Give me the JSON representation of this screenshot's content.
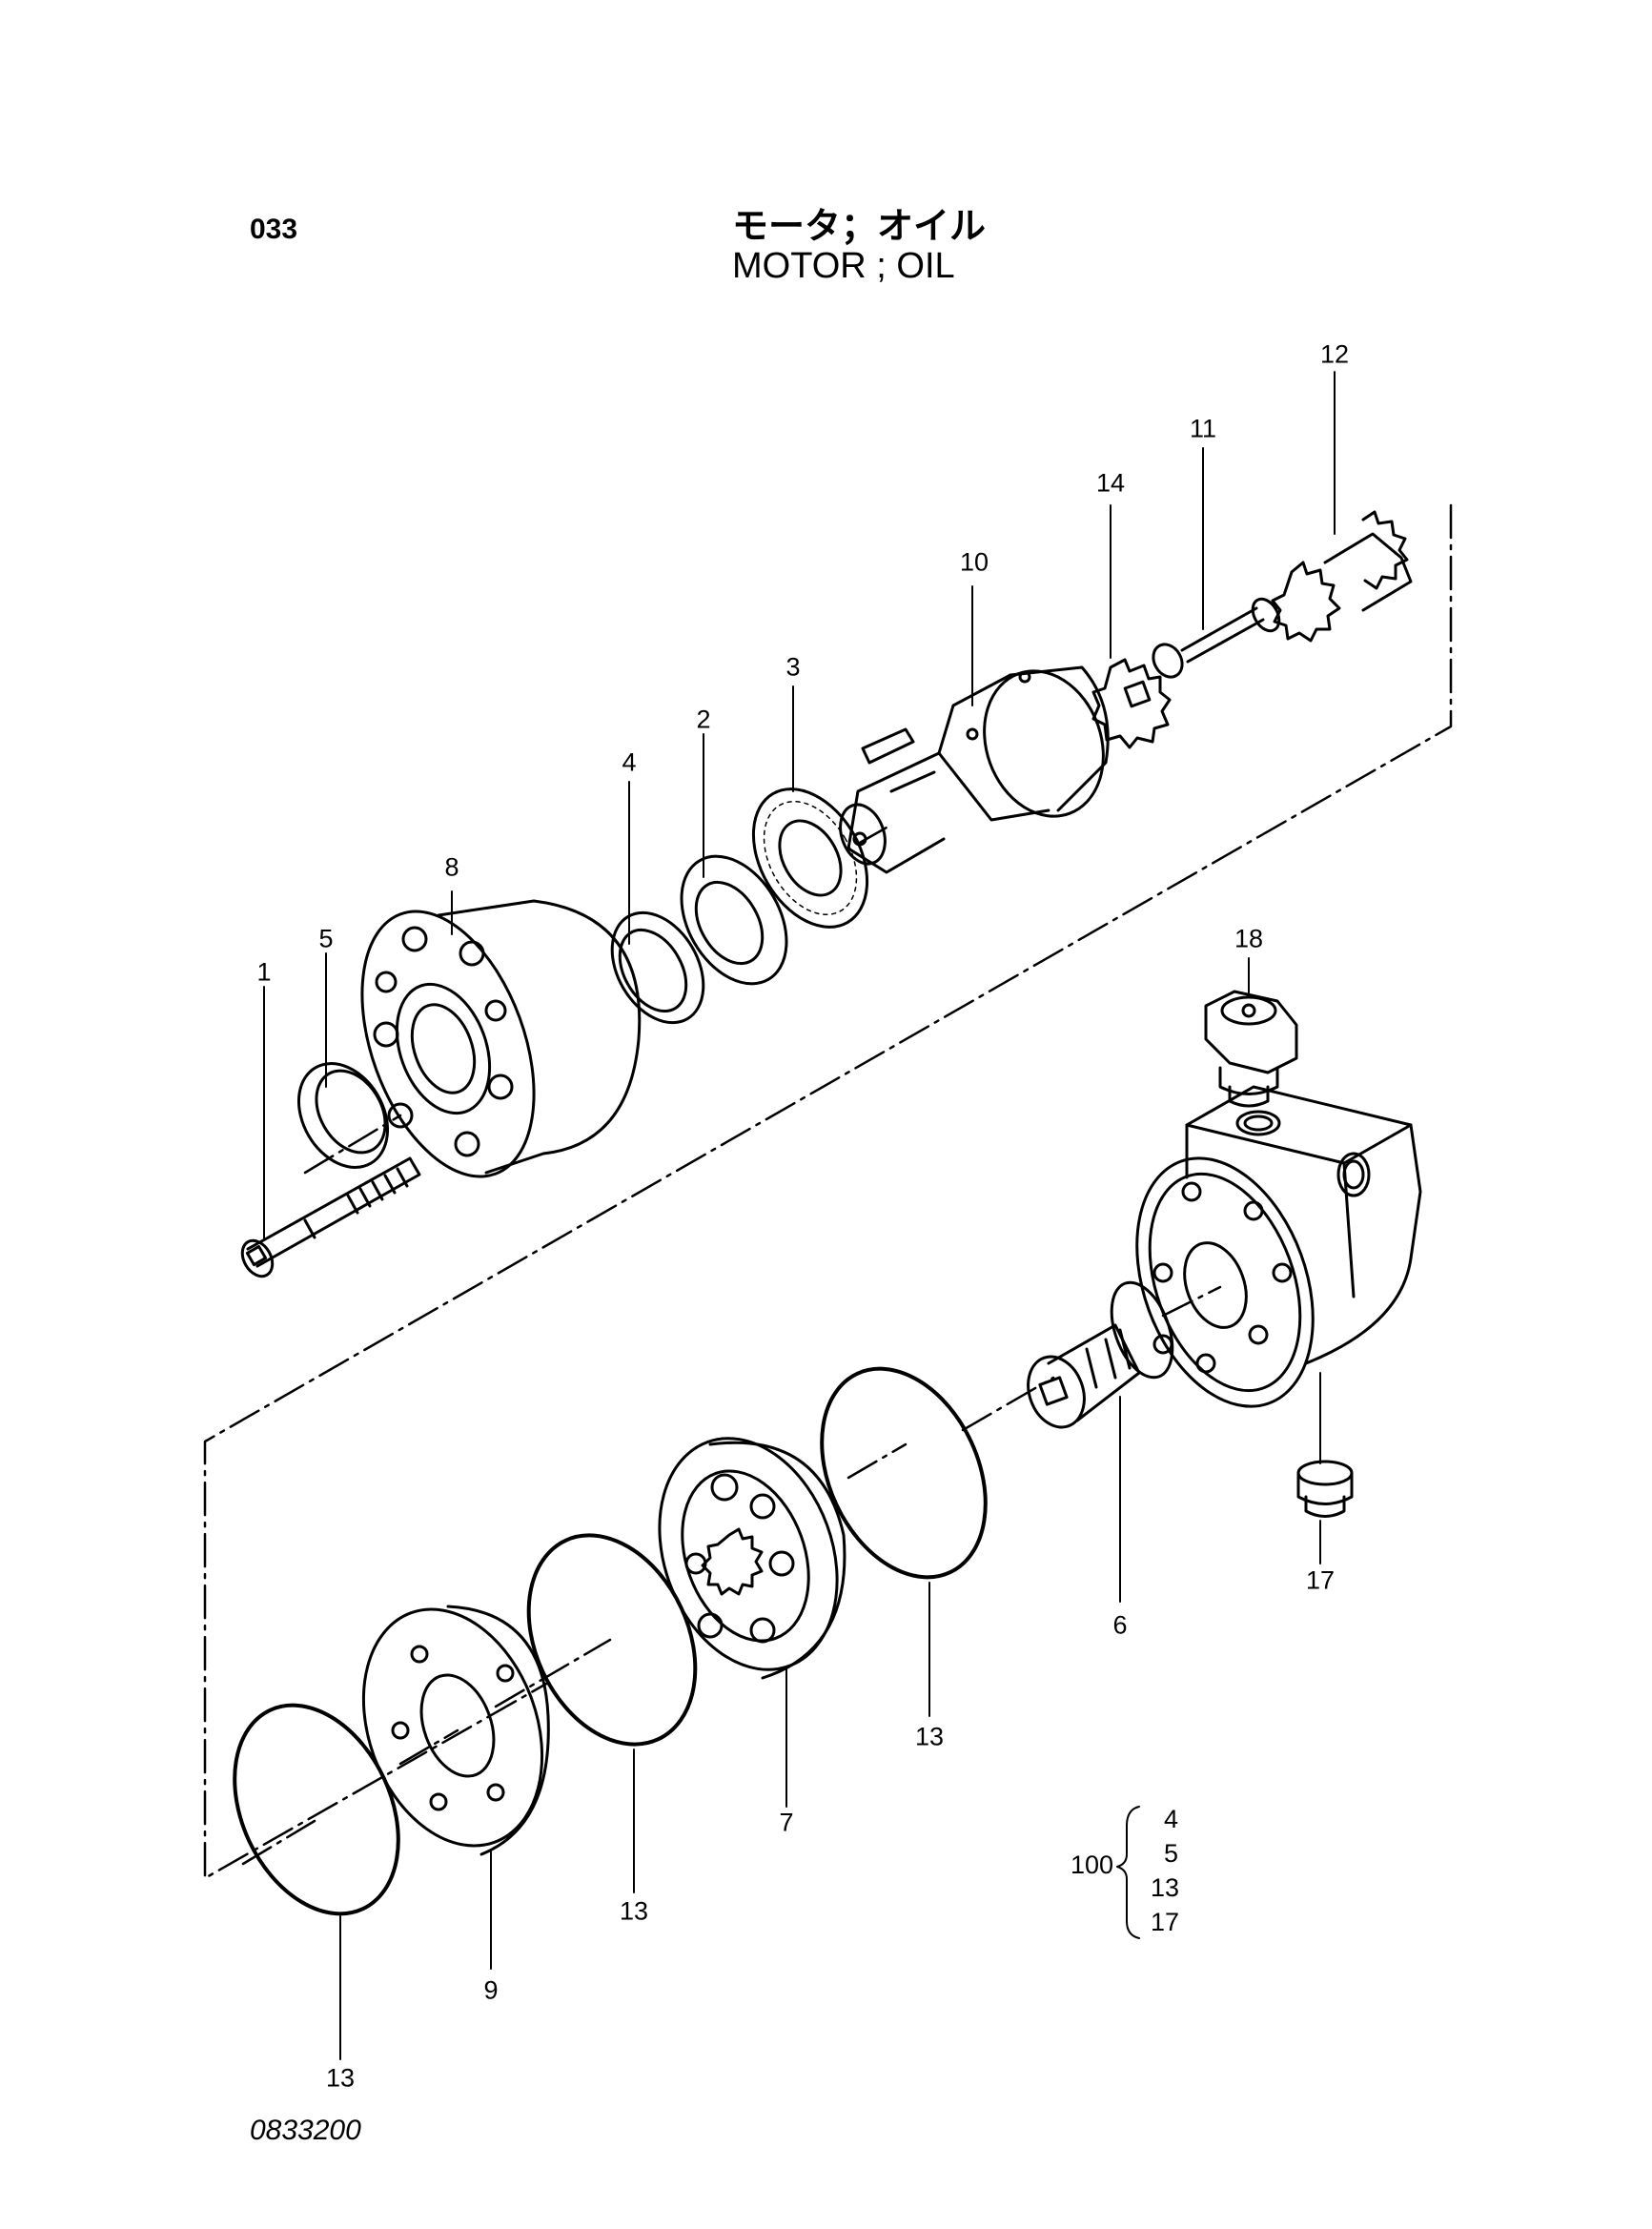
{
  "header": {
    "page_number": "033",
    "title_ja": "モータ；オイル",
    "title_en": "MOTOR ; OIL"
  },
  "footer": {
    "diagram_code": "0833200"
  },
  "callouts": {
    "c1": "1",
    "c2": "2",
    "c3": "3",
    "c4": "4",
    "c5": "5",
    "c6": "6",
    "c7": "7",
    "c8": "8",
    "c9": "9",
    "c10": "10",
    "c11": "11",
    "c12": "12",
    "c13a": "13",
    "c13b": "13",
    "c13c": "13",
    "c14": "14",
    "c17": "17",
    "c18": "18"
  },
  "kit": {
    "label": "100",
    "items": [
      "4",
      "5",
      "13",
      "17"
    ]
  }
}
